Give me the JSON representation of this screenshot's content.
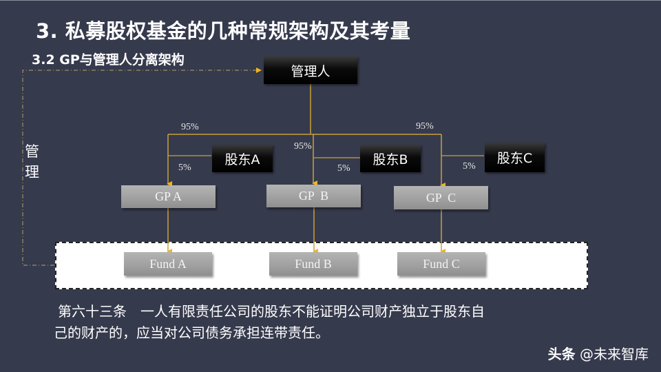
{
  "slide": {
    "title": "3. 私募股权基金的几种常规架构及其考量",
    "subtitle": "3.2 GP与管理人分离架构"
  },
  "diagram": {
    "manager": {
      "label": "管理人"
    },
    "side_label": "管理",
    "shareholders": [
      {
        "label": "股东A"
      },
      {
        "label": "股东B"
      },
      {
        "label": "股东C"
      }
    ],
    "gps": [
      {
        "label": "GP A"
      },
      {
        "label": "GP  B"
      },
      {
        "label": "GP  C"
      }
    ],
    "funds": [
      {
        "label": "Fund A"
      },
      {
        "label": "Fund B"
      },
      {
        "label": "Fund C"
      }
    ],
    "percentages": {
      "manager_to_gp_a": "95%",
      "manager_to_gp_b": "95%",
      "manager_to_gp_c": "95%",
      "shareholder_a_to_gp_a": "5%",
      "shareholder_b_to_gp_b": "5%",
      "shareholder_c_to_gp_c": "5%"
    },
    "line_color": "#c9a23a",
    "arrow_color": "#f2b51c"
  },
  "article": {
    "line1": "第六十三条　一人有限责任公司的股东不能证明公司财产独立于股东自",
    "line2": "己的财产的，应当对公司债务承担连带责任。"
  },
  "watermark": {
    "brand": "头条",
    "handle": "@未来智库"
  }
}
